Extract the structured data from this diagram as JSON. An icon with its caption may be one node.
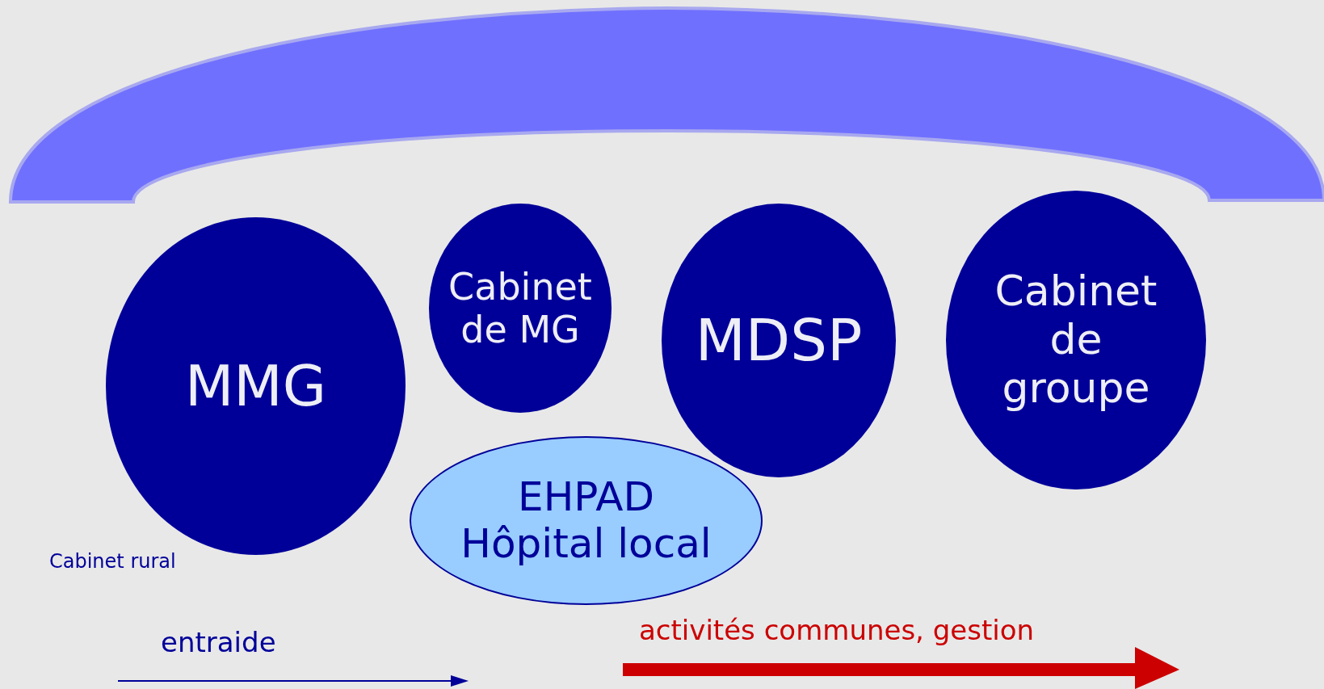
{
  "diagram": {
    "nodes": [
      {
        "text": [
          "MMG"
        ],
        "beside": [
          "Cabinet rural"
        ]
      },
      {
        "text": [
          "Cabinet de MG"
        ]
      },
      {
        "text": [
          "MDSP"
        ]
      },
      {
        "text": [
          "Cabinet de groupe"
        ]
      },
      {
        "text": [
          "EHPAD",
          "Hôpital local"
        ]
      }
    ],
    "edges": [],
    "labels": [
      "entraide",
      "activités communes, gestion"
    ]
  }
}
